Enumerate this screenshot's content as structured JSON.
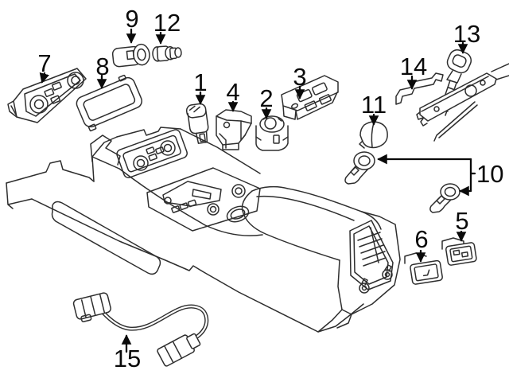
{
  "diagram": {
    "kind": "auto-parts-exploded-diagram",
    "colors": {
      "background": "#ffffff",
      "line": "#2e2e2e",
      "label": "#0a0a0a"
    },
    "callouts": [
      {
        "label": "1",
        "part": "button-switch"
      },
      {
        "label": "2",
        "part": "rotary-switch"
      },
      {
        "label": "3",
        "part": "switch-panel"
      },
      {
        "label": "4",
        "part": "bracket-switch"
      },
      {
        "label": "5",
        "part": "switch-block"
      },
      {
        "label": "6",
        "part": "socket-block"
      },
      {
        "label": "7",
        "part": "climate-control-unit"
      },
      {
        "label": "8",
        "part": "trim-bezel"
      },
      {
        "label": "9",
        "part": "lighter-socket"
      },
      {
        "label": "10",
        "part": "power-outlet-pair"
      },
      {
        "label": "11",
        "part": "control-knob"
      },
      {
        "label": "12",
        "part": "lighter-plug"
      },
      {
        "label": "13",
        "part": "lever-assembly"
      },
      {
        "label": "14",
        "part": "mounting-bracket"
      },
      {
        "label": "15",
        "part": "cable-harness"
      }
    ]
  }
}
